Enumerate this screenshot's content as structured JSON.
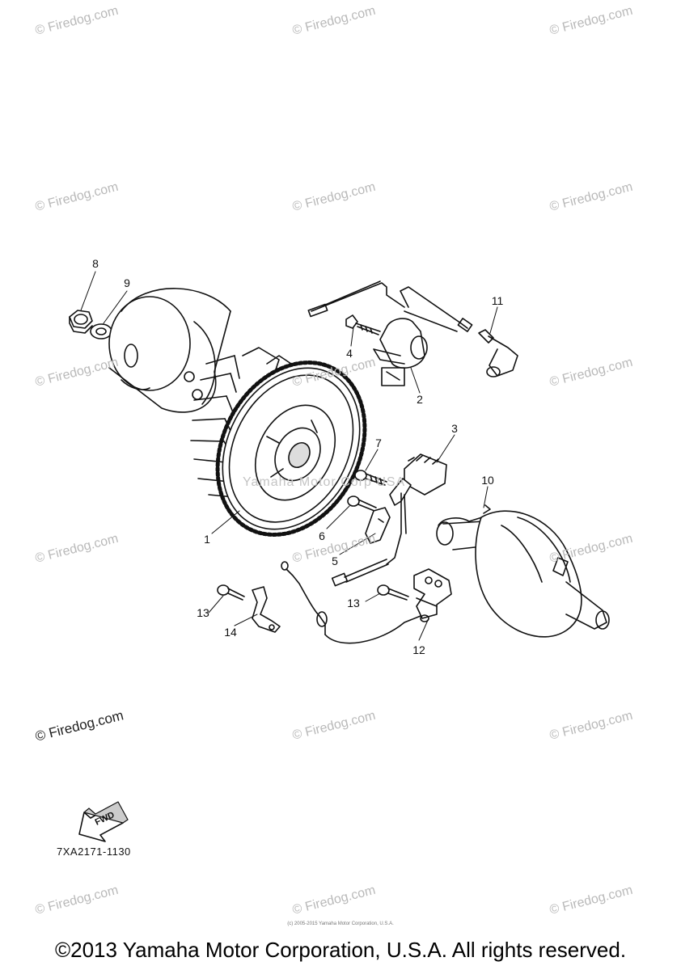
{
  "watermarks": [
    "© Firedog.com",
    "© Firedog.com",
    "© Firedog.com",
    "© Firedog.com",
    "© Firedog.com",
    "© Firedog.com",
    "© Firedog.com",
    "© Firedog.com",
    "© Firedog.com",
    "© Firedog.com",
    "© Firedog.com",
    "© Firedog.com",
    "© Firedog.com",
    "© Firedog.com",
    "© Firedog.com",
    "© Firedog.com",
    "© Firedog.com",
    "© Firedog.com"
  ],
  "overlay_text": "Yamaha Motor Corp USA",
  "callouts": [
    "8",
    "9",
    "11",
    "4",
    "2",
    "3",
    "7",
    "10",
    "6",
    "1",
    "5",
    "13",
    "13",
    "14",
    "12"
  ],
  "fwd_label": "FWD",
  "part_code": "7XA2171-1130",
  "tiny_note": "(c) 2005-2015 Yamaha Motor Corporation, U.S.A.",
  "copyright": "©2013 Yamaha Motor Corporation, U.S.A. All rights reserved."
}
